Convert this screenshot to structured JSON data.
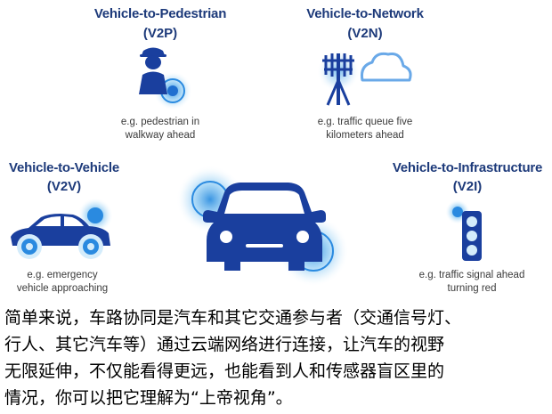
{
  "colors": {
    "title": "#1d3a7a",
    "icon": "#1a3f9e",
    "glow": "#3aa0e6"
  },
  "v2p": {
    "title": "Vehicle-to-Pedestrian",
    "abbr": "(V2P)",
    "caption": [
      "e.g. pedestrian in",
      "walkway ahead"
    ],
    "icon": "pedestrian-icon"
  },
  "v2n": {
    "title": "Vehicle-to-Network",
    "abbr": "(V2N)",
    "caption": [
      "e.g. traffic queue five",
      "kilometers ahead"
    ],
    "icon": "network-antenna-cloud-icon"
  },
  "v2v": {
    "title": "Vehicle-to-Vehicle",
    "abbr": "(V2V)",
    "caption": [
      "e.g. emergency",
      "vehicle approaching"
    ],
    "icon": "side-car-icon"
  },
  "center": {
    "icon": "front-car-icon"
  },
  "v2i": {
    "title": "Vehicle-to-Infrastructure",
    "abbr": "(V2I)",
    "caption": [
      "e.g. traffic signal ahead",
      "turning red"
    ],
    "icon": "traffic-light-icon"
  },
  "paragraph": [
    "简单来说，车路协同是汽车和其它交通参与者（交通信号灯、",
    "行人、其它汽车等）通过云端网络进行连接，让汽车的视野",
    "无限延伸，不仅能看得更远，也能看到人和传感器盲区里的",
    "情况，你可以把它理解为“上帝视角”。"
  ]
}
